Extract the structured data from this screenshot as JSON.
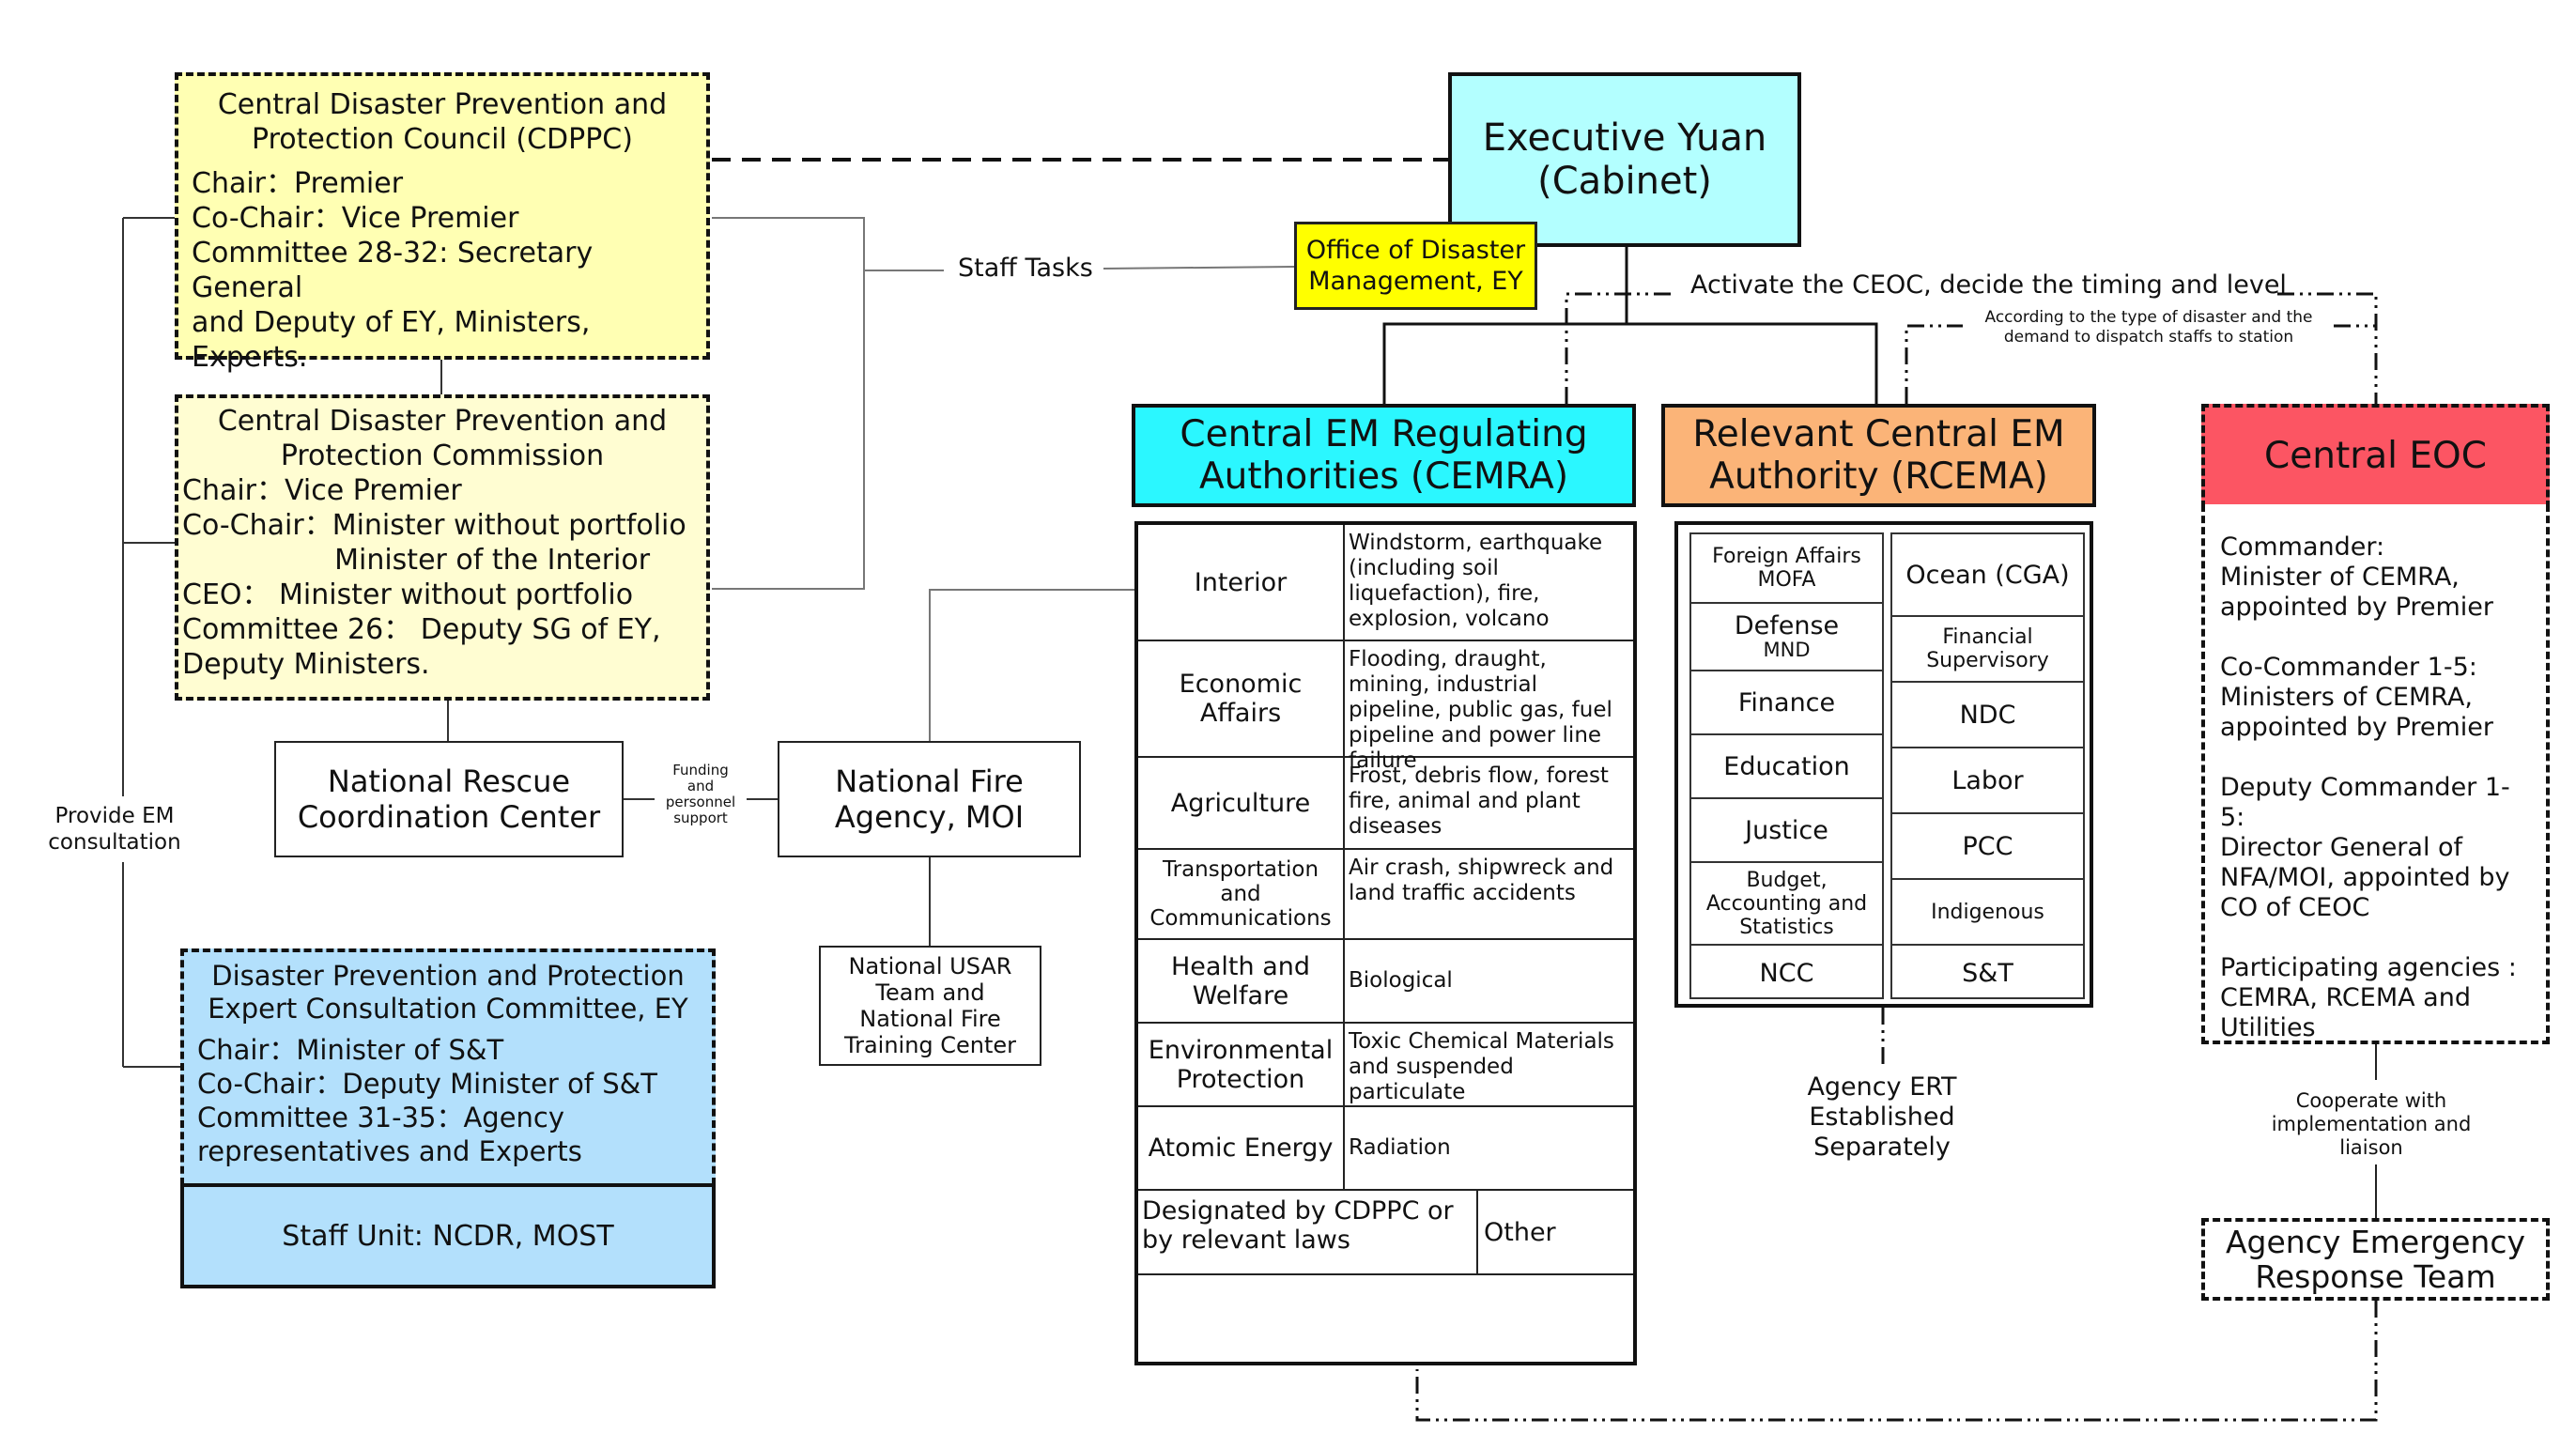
{
  "cdppc": {
    "title_lines": [
      "Central Disaster Prevention and",
      "Protection Council (CDPPC)"
    ],
    "lines": [
      "Chair：Premier",
      "Co-Chair：Vice Premier",
      "Committee 28-32:  Secretary General",
      "and Deputy of EY, Ministers, Experts."
    ]
  },
  "commission": {
    "title_lines": [
      "Central Disaster Prevention and",
      "Protection Commission"
    ],
    "lines": [
      "Chair：Vice Premier",
      "Co-Chair：Minister without portfolio",
      "                 Minister of the Interior",
      "CEO： Minister without portfolio",
      "Committee 26： Deputy SG of EY,",
      "Deputy Ministers."
    ]
  },
  "executive_yuan": {
    "lines": [
      "Executive Yuan",
      "(Cabinet)"
    ],
    "color": "#b3ffff"
  },
  "office": {
    "lines": [
      "Office of Disaster",
      "Management, EY"
    ],
    "color": "#ffff00"
  },
  "labels": {
    "staff_tasks": "Staff Tasks",
    "provide_em": [
      "Provide EM",
      "consultation"
    ],
    "funding": [
      "Funding",
      "and",
      "personnel",
      "support"
    ],
    "activate": "Activate the CEOC, decide the timing and level",
    "according": [
      "According to the type of disaster and the",
      "demand to dispatch staffs to station"
    ],
    "agency_ert": [
      "Agency ERT",
      "Established",
      "Separately"
    ],
    "cooperate": [
      "Cooperate with",
      "implementation and",
      "liaison"
    ]
  },
  "cemra": {
    "title_lines": [
      "Central EM Regulating",
      "Authorities (CEMRA)"
    ],
    "color": "#2bf7ff",
    "rows": [
      {
        "agency": "Interior",
        "disasters": "Windstorm, earthquake (including soil liquefaction), fire, explosion, volcano"
      },
      {
        "agency": "Economic Affairs",
        "disasters": "Flooding, draught, mining, industrial pipeline, public gas, fuel pipeline and power  line failure"
      },
      {
        "agency": "Agriculture",
        "disasters": "Frost, debris flow, forest fire, animal and plant diseases"
      },
      {
        "agency": "Transportation and Communications",
        "disasters": "Air crash, shipwreck and land traffic accidents"
      },
      {
        "agency": "Health and Welfare",
        "disasters": "Biological"
      },
      {
        "agency": "Environmental Protection",
        "disasters": "Toxic Chemical Materials and suspended particulate"
      },
      {
        "agency": "Atomic Energy",
        "disasters": "Radiation"
      }
    ],
    "designated": "Designated by CDPPC or by relevant laws",
    "other": "Other"
  },
  "rcema": {
    "title_lines": [
      "Relevant Central EM",
      "Authority (RCEMA)"
    ],
    "color": "#fbb478",
    "left_column": [
      {
        "name": "Foreign Affairs",
        "sub": "MOFA"
      },
      {
        "name": "Defense",
        "sub": "MND"
      },
      {
        "name": "Finance",
        "sub": ""
      },
      {
        "name": "Education",
        "sub": ""
      },
      {
        "name": "Justice",
        "sub": ""
      },
      {
        "name": "Budget, Accounting and Statistics",
        "sub": ""
      },
      {
        "name": "NCC",
        "sub": ""
      }
    ],
    "right_column": [
      "Ocean (CGA)",
      "Financial Supervisory",
      "NDC",
      "Labor",
      "PCC",
      "Indigenous",
      "S&T"
    ]
  },
  "central_eoc": {
    "title": "Central EOC",
    "color": "#fc5563",
    "paragraphs": [
      [
        "Commander:",
        "Minister of CEMRA,",
        "appointed by Premier"
      ],
      [
        "Co-Commander 1-5:",
        "Ministers of CEMRA,",
        "appointed by Premier"
      ],
      [
        "Deputy Commander 1-5:",
        "Director General of",
        "NFA/MOI, appointed by",
        "CO of CEOC"
      ],
      [
        "Participating agencies :",
        "CEMRA, RCEMA and",
        "Utilities"
      ]
    ]
  },
  "agency_emergency_response_team": {
    "lines": [
      "Agency Emergency",
      "Response Team"
    ]
  },
  "national_rescue": {
    "lines": [
      "National Rescue",
      "Coordination Center"
    ]
  },
  "national_fire": {
    "lines": [
      "National Fire",
      "Agency, MOI"
    ]
  },
  "usar": {
    "lines": [
      "National USAR",
      "Team and",
      "National Fire",
      "Training Center"
    ]
  },
  "expert_committee": {
    "title_lines": [
      "Disaster Prevention and Protection",
      "Expert Consultation Committee, EY"
    ],
    "lines": [
      "Chair：Minister of S&T",
      "Co-Chair：Deputy Minister of S&T",
      "Committee 31-35：Agency",
      "representatives and Experts"
    ],
    "staff_unit": "Staff Unit: NCDR, MOST",
    "color": "#b3e0fc"
  }
}
